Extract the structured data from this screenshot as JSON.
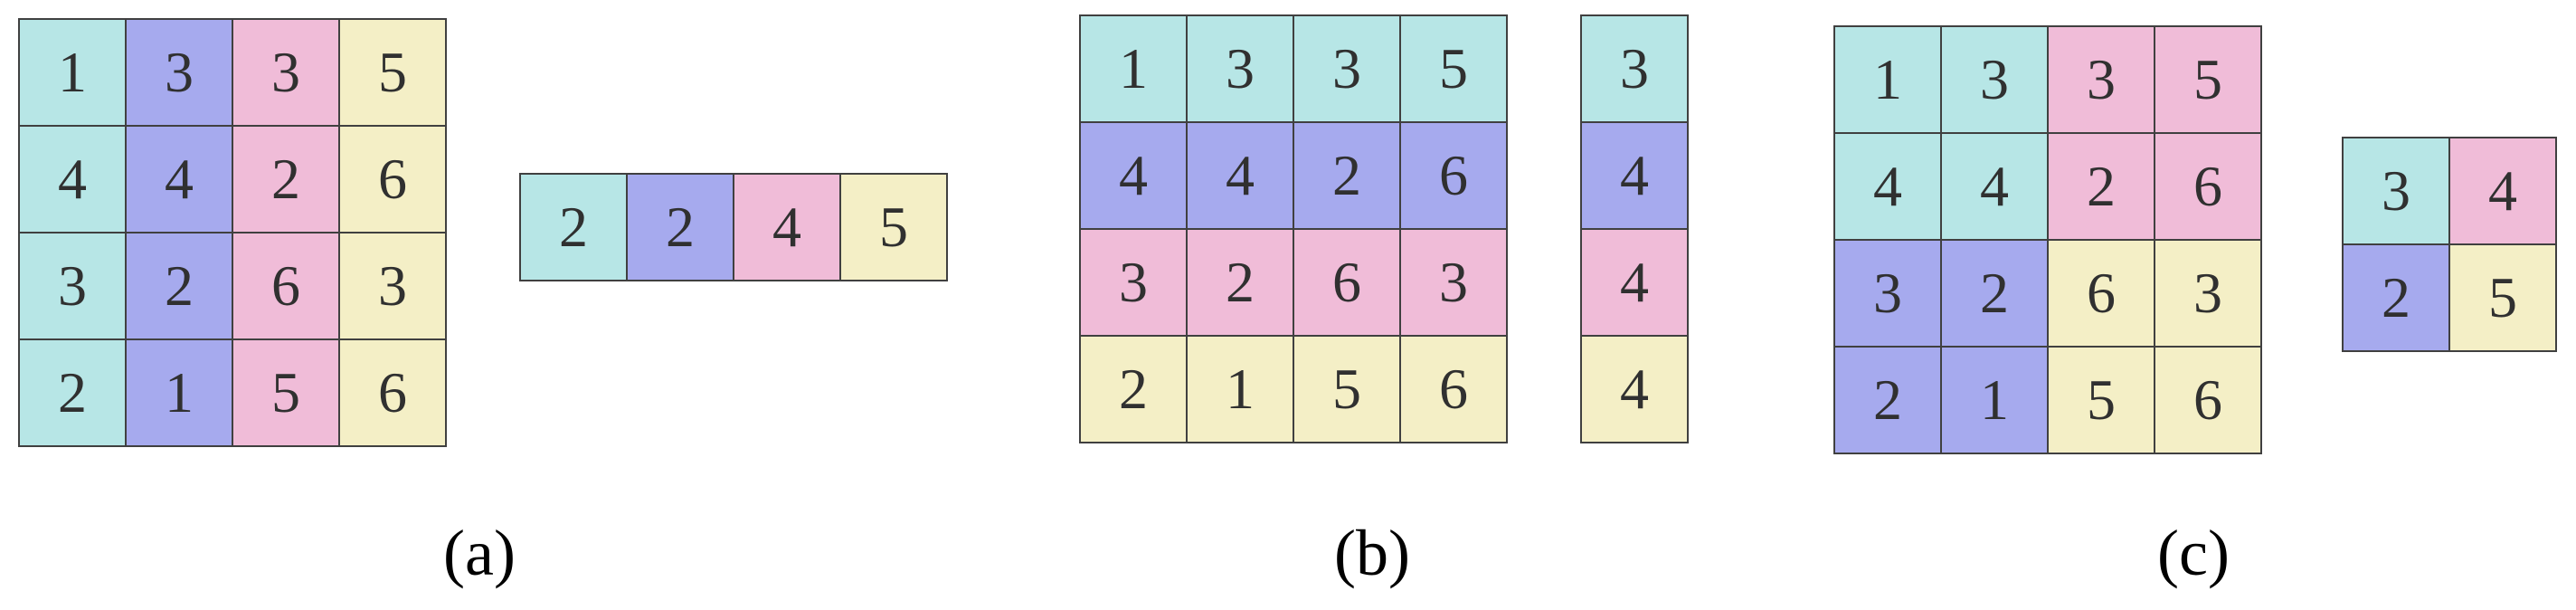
{
  "colors": {
    "cyan": "#b7e6e6",
    "blue": "#a6aaee",
    "pink": "#f0bcd8",
    "yellow": "#f4efc6",
    "border": "#404040"
  },
  "panels": [
    {
      "caption": "(a)",
      "blocks": [
        {
          "name": "matrix-a",
          "values": [
            [
              "1",
              "3",
              "3",
              "5"
            ],
            [
              "4",
              "4",
              "2",
              "6"
            ],
            [
              "3",
              "2",
              "6",
              "3"
            ],
            [
              "2",
              "1",
              "5",
              "6"
            ]
          ],
          "colors": [
            [
              "cyan",
              "blue",
              "pink",
              "yellow"
            ],
            [
              "cyan",
              "blue",
              "pink",
              "yellow"
            ],
            [
              "cyan",
              "blue",
              "pink",
              "yellow"
            ],
            [
              "cyan",
              "blue",
              "pink",
              "yellow"
            ]
          ]
        },
        {
          "name": "result-a",
          "values": [
            [
              "2",
              "2",
              "4",
              "5"
            ]
          ],
          "colors": [
            [
              "cyan",
              "blue",
              "pink",
              "yellow"
            ]
          ]
        }
      ]
    },
    {
      "caption": "(b)",
      "blocks": [
        {
          "name": "matrix-b",
          "values": [
            [
              "1",
              "3",
              "3",
              "5"
            ],
            [
              "4",
              "4",
              "2",
              "6"
            ],
            [
              "3",
              "2",
              "6",
              "3"
            ],
            [
              "2",
              "1",
              "5",
              "6"
            ]
          ],
          "colors": [
            [
              "cyan",
              "cyan",
              "cyan",
              "cyan"
            ],
            [
              "blue",
              "blue",
              "blue",
              "blue"
            ],
            [
              "pink",
              "pink",
              "pink",
              "pink"
            ],
            [
              "yellow",
              "yellow",
              "yellow",
              "yellow"
            ]
          ]
        },
        {
          "name": "result-b",
          "values": [
            [
              "3"
            ],
            [
              "4"
            ],
            [
              "4"
            ],
            [
              "4"
            ]
          ],
          "colors": [
            [
              "cyan"
            ],
            [
              "blue"
            ],
            [
              "pink"
            ],
            [
              "yellow"
            ]
          ]
        }
      ]
    },
    {
      "caption": "(c)",
      "blocks": [
        {
          "name": "matrix-c",
          "values": [
            [
              "1",
              "3",
              "3",
              "5"
            ],
            [
              "4",
              "4",
              "2",
              "6"
            ],
            [
              "3",
              "2",
              "6",
              "3"
            ],
            [
              "2",
              "1",
              "5",
              "6"
            ]
          ],
          "colors": [
            [
              "cyan",
              "cyan",
              "pink",
              "pink"
            ],
            [
              "cyan",
              "cyan",
              "pink",
              "pink"
            ],
            [
              "blue",
              "blue",
              "yellow",
              "yellow"
            ],
            [
              "blue",
              "blue",
              "yellow",
              "yellow"
            ]
          ]
        },
        {
          "name": "result-c",
          "values": [
            [
              "3",
              "4"
            ],
            [
              "2",
              "5"
            ]
          ],
          "colors": [
            [
              "cyan",
              "pink"
            ],
            [
              "blue",
              "yellow"
            ]
          ]
        }
      ]
    }
  ]
}
